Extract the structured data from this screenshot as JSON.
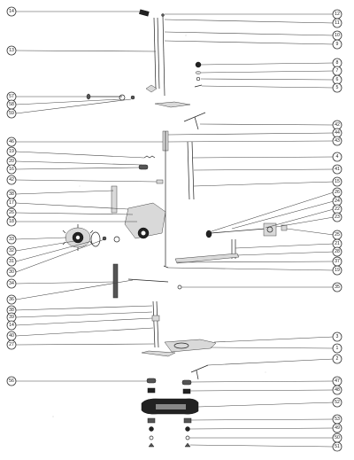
{
  "callouts": {
    "c14a": "14",
    "c12a": "12",
    "c11a": "11",
    "c13a": "13",
    "c10a": "10",
    "c9a": "9",
    "c8a": "8",
    "c7a": "7",
    "c6a": "6",
    "c5a": "5",
    "c57": "57",
    "c58": "58",
    "c59": "59",
    "c42a": "42",
    "c44a": "44",
    "c43a": "43",
    "c4": "4",
    "c41": "41",
    "c15": "15",
    "c46": "46",
    "c19a": "19",
    "c20": "20",
    "c16": "16",
    "c42b": "42",
    "c38": "38",
    "c17": "17",
    "c26a": "26",
    "c24": "24",
    "c22": "22",
    "c23": "23",
    "c25": "25",
    "c26b": "26",
    "c18": "18",
    "c33": "33",
    "c32": "32",
    "c31": "31",
    "c30": "30",
    "c21": "21",
    "c28": "28",
    "c37": "37",
    "c19b": "19",
    "c34": "34",
    "c35": "35",
    "c36": "36",
    "c38b": "38",
    "c39": "39",
    "c14b": "14",
    "c40": "40",
    "c27": "27",
    "c3": "3",
    "c1": "1",
    "c2": "2",
    "c56": "56",
    "c47": "47",
    "c48": "48",
    "c52": "52",
    "c53": "53",
    "c49": "49",
    "c50": "50",
    "c51": "51"
  }
}
